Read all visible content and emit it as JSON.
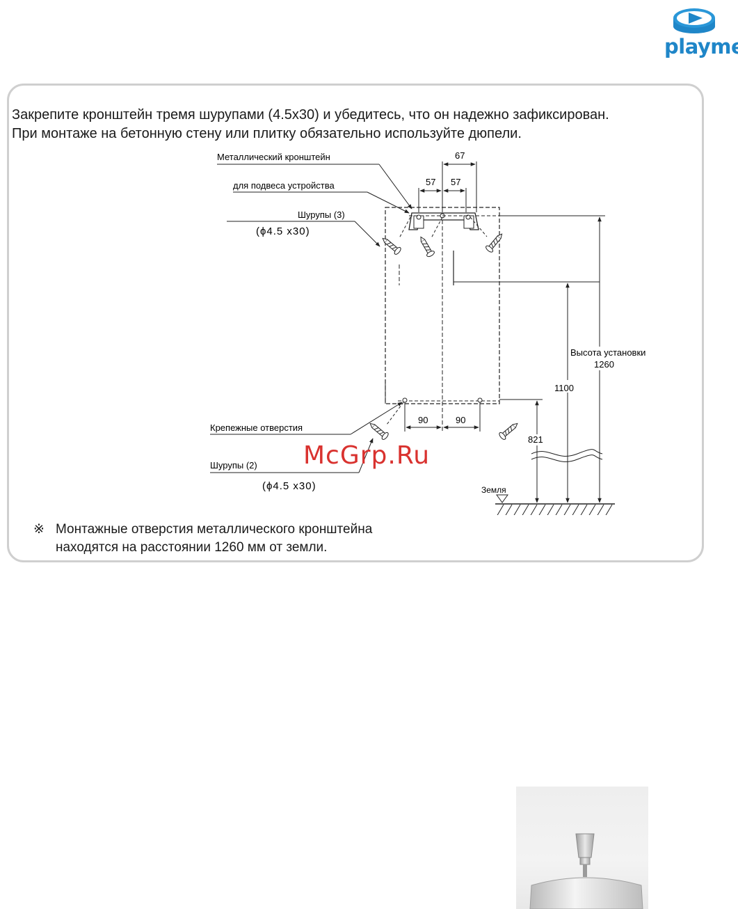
{
  "brand": {
    "name": "playme",
    "color": "#1f86c8"
  },
  "instructions": {
    "line1": "Закрепите кронштейн тремя шурупами (4.5x30) и убедитесь, что он надежно зафиксирован.",
    "line2": "При монтаже на бетонную стену или плитку обязательно используйте дюпели."
  },
  "diagram": {
    "labels": {
      "bracket_line1": "Металлический  кронштейн",
      "bracket_line2": "для подвеса устройства",
      "screws_top": "Шурупы (3)",
      "screws_top_spec": "(ϕ4.5 x30)",
      "mounting_holes": "Крепежные отверстия",
      "screws_bottom": "Шурупы (2)",
      "screws_bottom_spec": "(ϕ4.5 x30)",
      "install_height_label": "Высота установки",
      "install_height_value": "1260",
      "ground": "Земля"
    },
    "dimensions": {
      "top_span": "67",
      "top_left": "57",
      "top_right": "57",
      "bottom_left": "90",
      "bottom_right": "90",
      "height_1100": "1100",
      "height_821": "821"
    }
  },
  "note": {
    "mark": "※",
    "line1": "Монтажные отверстия металлического кронштейна",
    "line2": "находятся на расстоянии 1260 мм от земли."
  },
  "watermark": "McGrp.Ru"
}
